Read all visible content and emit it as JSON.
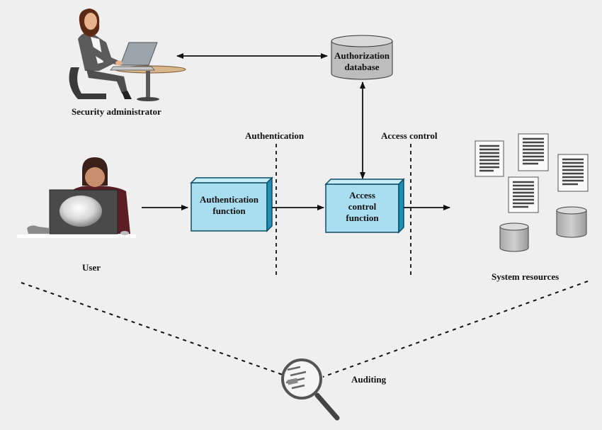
{
  "labels": {
    "security_admin": "Security administrator",
    "authorization_db_line1": "Authorization",
    "authorization_db_line2": "database",
    "authentication": "Authentication",
    "access_control": "Access control",
    "user": "User",
    "auth_function_line1": "Authentication",
    "auth_function_line2": "function",
    "acf_line1": "Access",
    "acf_line2": "control",
    "acf_line3": "function",
    "system_resources": "System resources",
    "auditing": "Auditing"
  },
  "colors": {
    "box_fill": "#a9def0",
    "box_side": "#1f8fb5",
    "db_fill": "#c4c4c4",
    "background": "#efefef"
  },
  "icons": [
    "security-admin-figure",
    "user-figure",
    "document-icon",
    "cylinder-icon",
    "magnifier-icon"
  ]
}
